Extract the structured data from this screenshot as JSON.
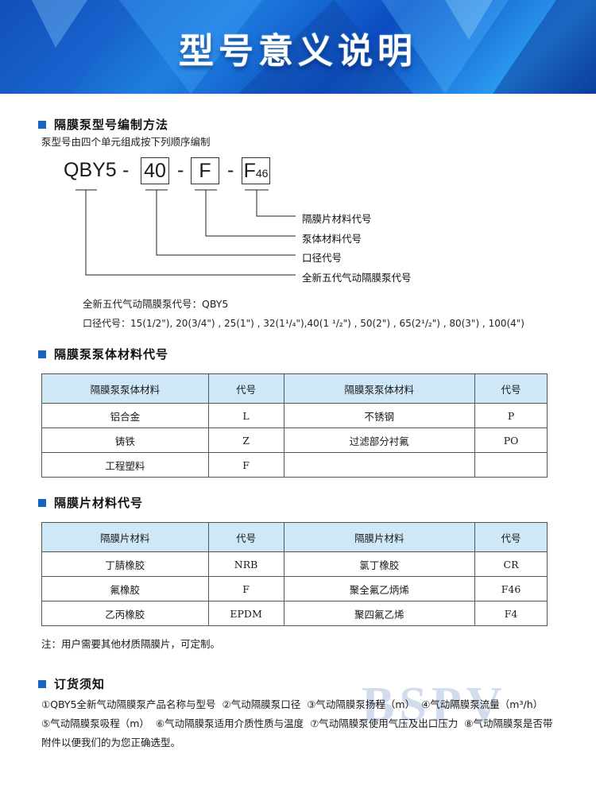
{
  "banner": {
    "title": "型号意义说明"
  },
  "section1": {
    "title": "隔膜泵型号编制方法",
    "subtitle": "泵型号由四个单元组成按下列顺序编制",
    "code": {
      "prefix": "QBY5",
      "dash": "-",
      "unit2": "40",
      "unit3": "F",
      "unit4_main": "F",
      "unit4_sub": "46"
    },
    "labels": [
      "隔膜片材料代号",
      "泵体材料代号",
      "口径代号",
      "全新五代气动隔膜泵代号"
    ],
    "desc_code": "全新五代气动隔膜泵代号：QBY5",
    "desc_caliber": "口径代号：15(1/2\"), 20(3/4\") , 25(1\") ,  32(1¹/₄\"),40(1 ¹/₂\") , 50(2\") , 65(2¹/₂\") , 80(3\") , 100(4\")"
  },
  "section2": {
    "title": "隔膜泵泵体材料代号",
    "headers": [
      "隔膜泵泵体材料",
      "代号",
      "隔膜泵泵体材料",
      "代号"
    ],
    "rows": [
      [
        "铝合金",
        "L",
        "不锈钢",
        "P"
      ],
      [
        "铸铁",
        "Z",
        "过滤部分衬氟",
        "PO"
      ],
      [
        "工程塑料",
        "F",
        "",
        ""
      ]
    ]
  },
  "section3": {
    "title": "隔膜片材料代号",
    "headers": [
      "隔膜片材料",
      "代号",
      "隔膜片材料",
      "代号"
    ],
    "rows": [
      [
        "丁腈橡胶",
        "NRB",
        "氯丁橡胶",
        "CR"
      ],
      [
        "氟橡胶",
        "F",
        "聚全氟乙炳烯",
        "F46"
      ],
      [
        "乙丙橡胶",
        "EPDM",
        "聚四氟乙烯",
        "F4"
      ]
    ]
  },
  "note": "注：用户需要其他材质隔膜片，可定制。",
  "section4": {
    "title": "订货须知",
    "items": [
      "①QBY5全新气动隔膜泵产品名称与型号",
      "②气动隔膜泵口径",
      "③气动隔膜泵扬程（m）",
      "④气动隔膜泵流量（m³/h）",
      "⑤气动隔膜泵吸程（m）",
      "⑥气动隔膜泵适用介质性质与温度",
      "⑦气动隔膜泵使用气压及出口压力",
      "⑧气动隔膜泵是否带附件以便我们的为您正确选型。"
    ]
  },
  "watermark": "BSPV"
}
